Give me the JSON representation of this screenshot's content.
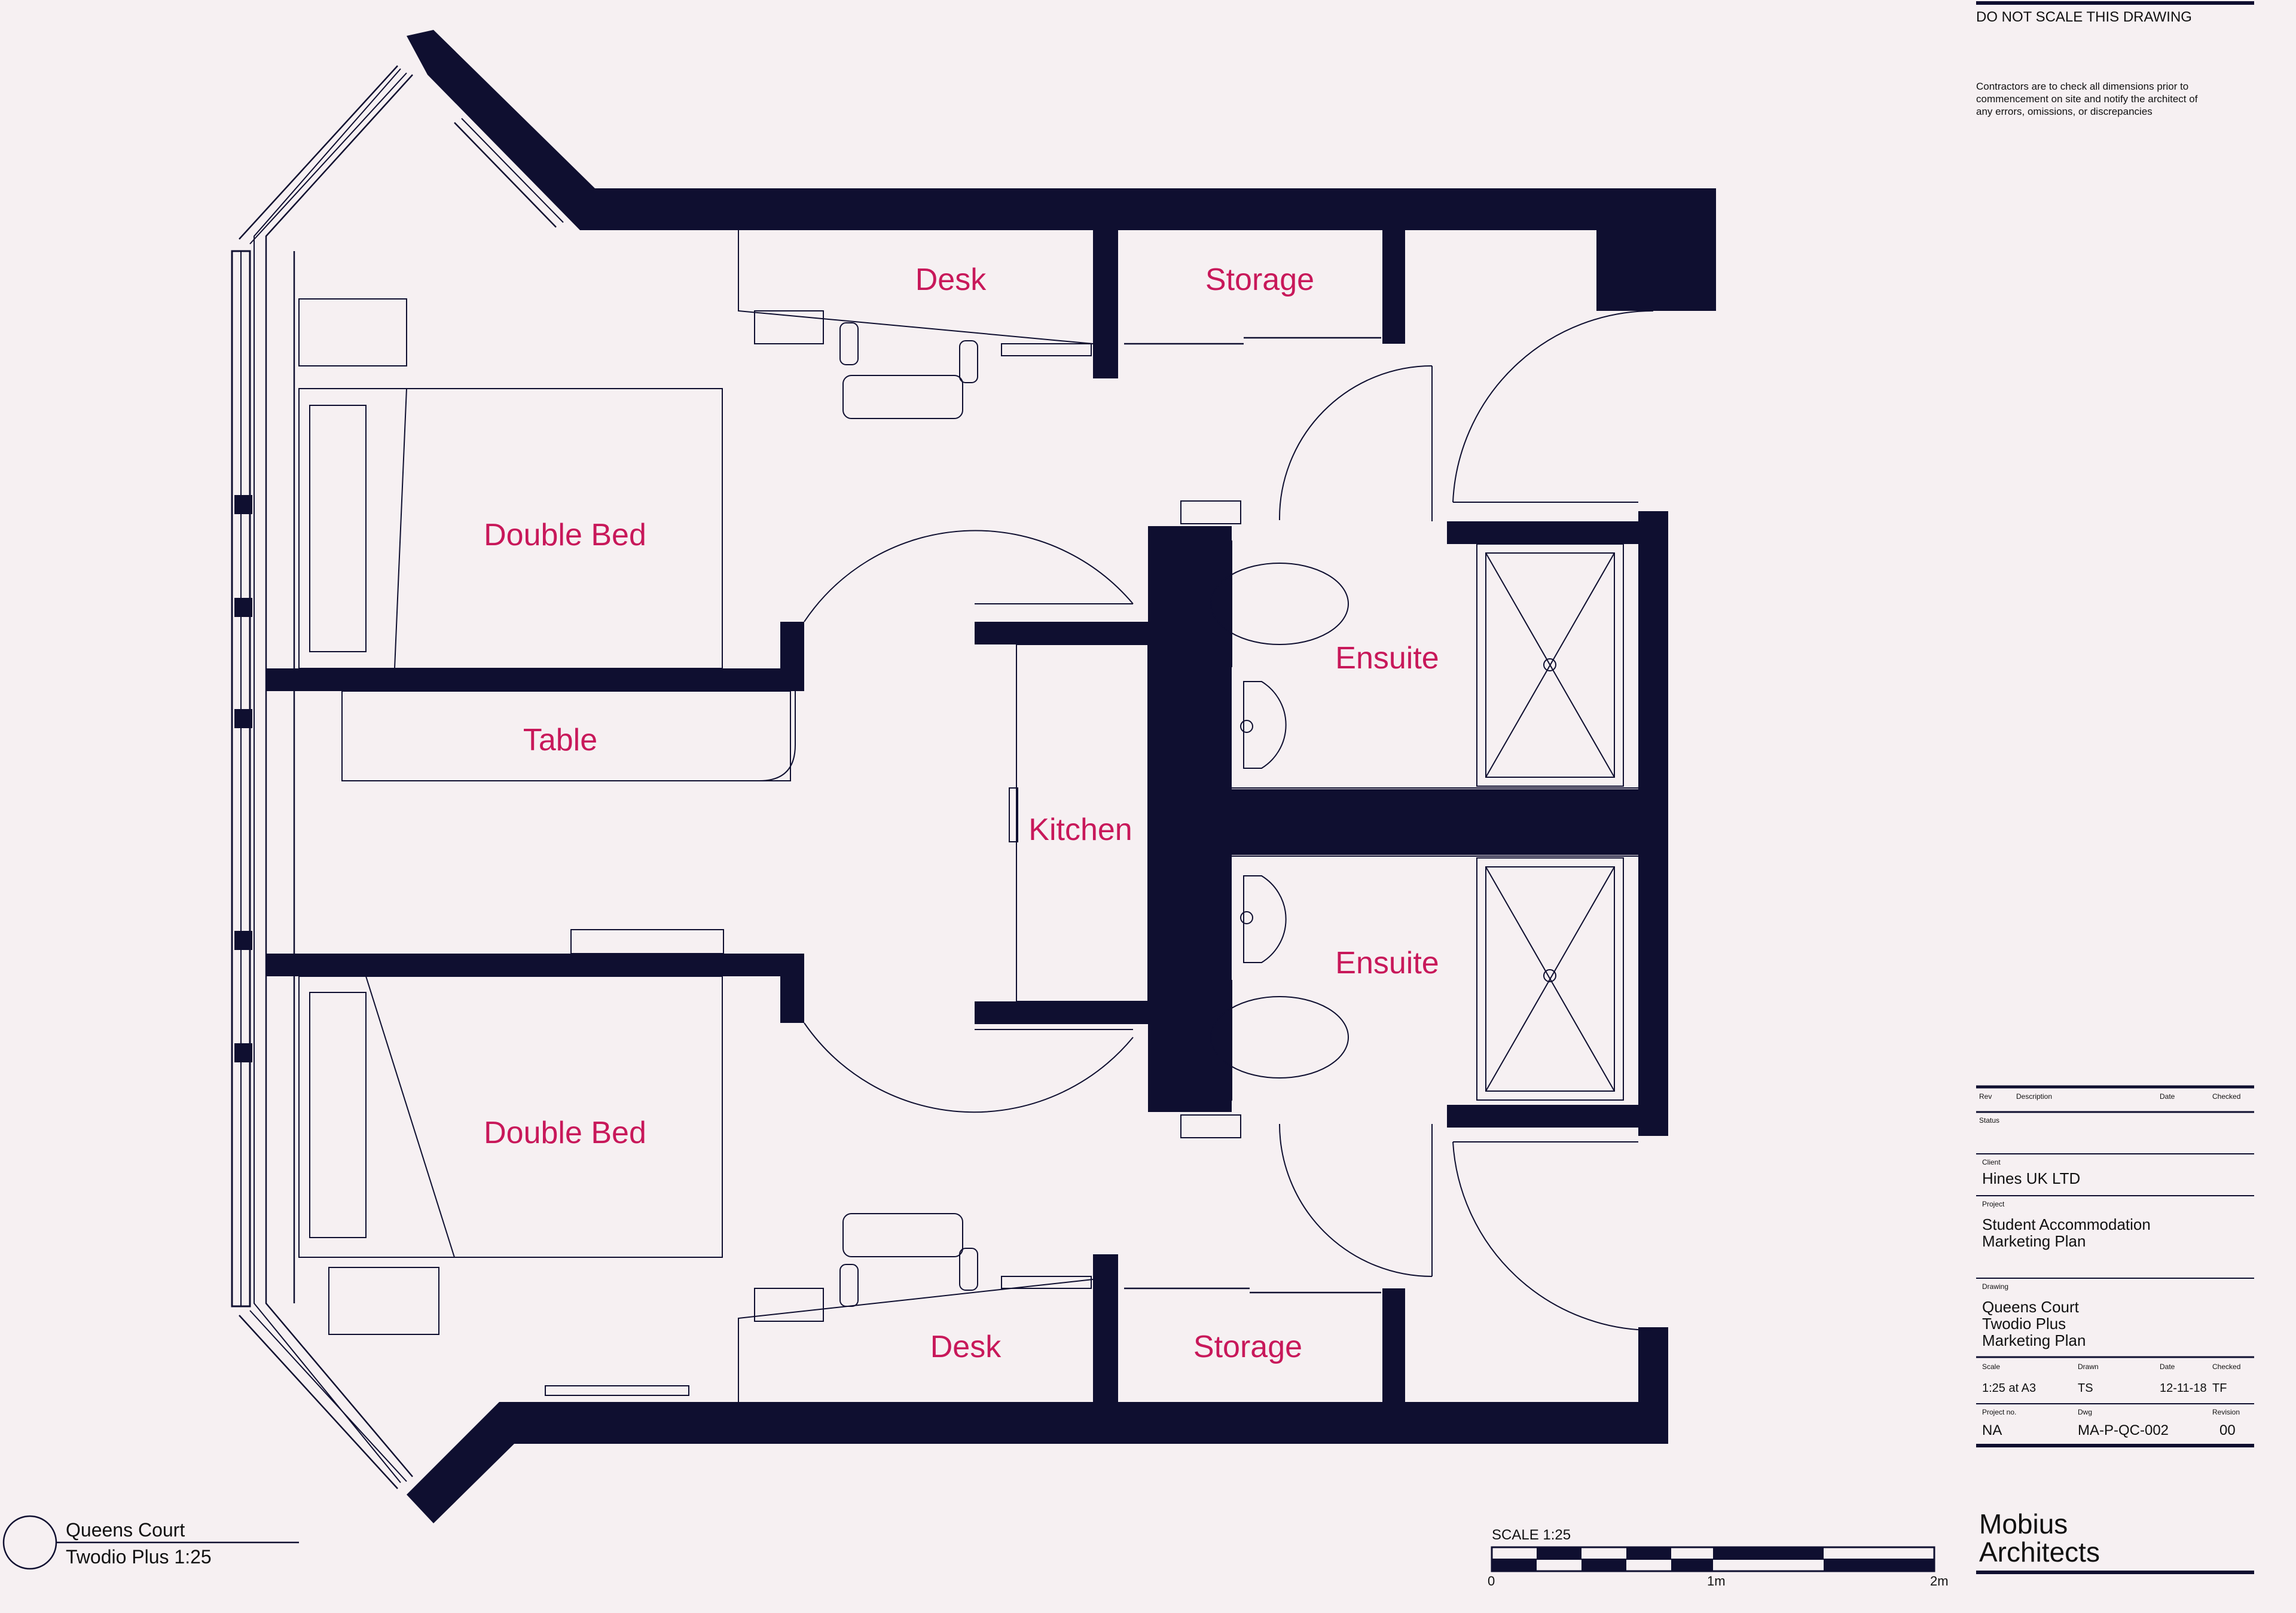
{
  "rooms": {
    "desk_top": "Desk",
    "storage_top": "Storage",
    "double_bed_top": "Double Bed",
    "table": "Table",
    "kitchen": "Kitchen",
    "ensuite_top": "Ensuite",
    "ensuite_bottom": "Ensuite",
    "double_bed_bottom": "Double Bed",
    "desk_bottom": "Desk",
    "storage_bottom": "Storage"
  },
  "notes": {
    "heading": "DO NOT SCALE THIS DRAWING",
    "line1": "Contractors are to check all dimensions prior to",
    "line2": "commencement on site and notify the architect of",
    "line3": "any errors, omissions, or discrepancies"
  },
  "title_block": {
    "rev_header": {
      "rev": "Rev",
      "description": "Description",
      "date": "Date",
      "checked": "Checked"
    },
    "status_label": "Status",
    "client_label": "Client",
    "client": "Hines UK LTD",
    "project_label": "Project",
    "project_line1": "Student Accommodation",
    "project_line2": "Marketing Plan",
    "drawing_label": "Drawing",
    "drawing_line1": "Queens Court",
    "drawing_line2": "Twodio Plus",
    "drawing_line3": "Marketing Plan",
    "scale_label": "Scale",
    "drawn_label": "Drawn",
    "date_label": "Date",
    "checked_label": "Checked",
    "scale": "1:25 at A3",
    "drawn": "TS",
    "date": "12-11-18",
    "checked": "TF",
    "project_no_label": "Project no.",
    "dwg_label": "Dwg",
    "revision_label": "Revision",
    "project_no": "NA",
    "dwg": "MA-P-QC-002",
    "revision": "00",
    "company_line1": "Mobius",
    "company_line2": "Architects"
  },
  "view_title": {
    "line1": "Queens Court",
    "line2": "Twodio Plus 1:25"
  },
  "scale_bar": {
    "label": "SCALE 1:25",
    "tick_0": "0",
    "tick_1": "1m",
    "tick_2": "2m"
  },
  "colors": {
    "wall": "#0f0f30",
    "room_label": "#c8185a",
    "background": "#f6f0f2"
  }
}
